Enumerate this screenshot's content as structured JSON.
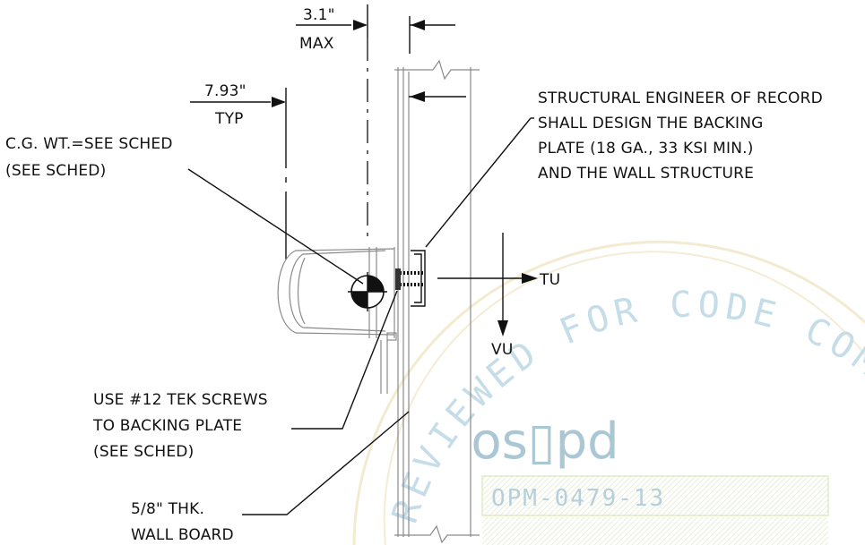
{
  "labels": {
    "dim_max_value": "3.1\"",
    "dim_max_qualifier": "MAX",
    "dim_typ_value": "7.93\"",
    "dim_typ_qualifier": "TYP",
    "tension": "TU",
    "shear": "VU"
  },
  "notes": {
    "cg": [
      "C.G. WT.=SEE SCHED",
      "(SEE SCHED)"
    ],
    "engineer": [
      "STRUCTURAL ENGINEER OF RECORD",
      "SHALL DESIGN THE BACKING",
      "PLATE (18 GA., 33 KSI MIN.)",
      "AND THE WALL STRUCTURE"
    ],
    "screws": [
      "USE #12 TEK SCREWS",
      "TO BACKING PLATE",
      "(SEE SCHED)"
    ],
    "wallboard": [
      "5/8\" THK.",
      "WALL BOARD"
    ]
  },
  "stamp": {
    "arc_text": "REVIEWED FOR CODE COMPLI",
    "logo": "os▯pd",
    "project_id": "OPM-0479-13"
  },
  "colors": {
    "ink": "#111111",
    "fixture": "#8a8a8a",
    "stamp_text": "#c4dde8",
    "stamp_box": "#d9e7b8"
  }
}
